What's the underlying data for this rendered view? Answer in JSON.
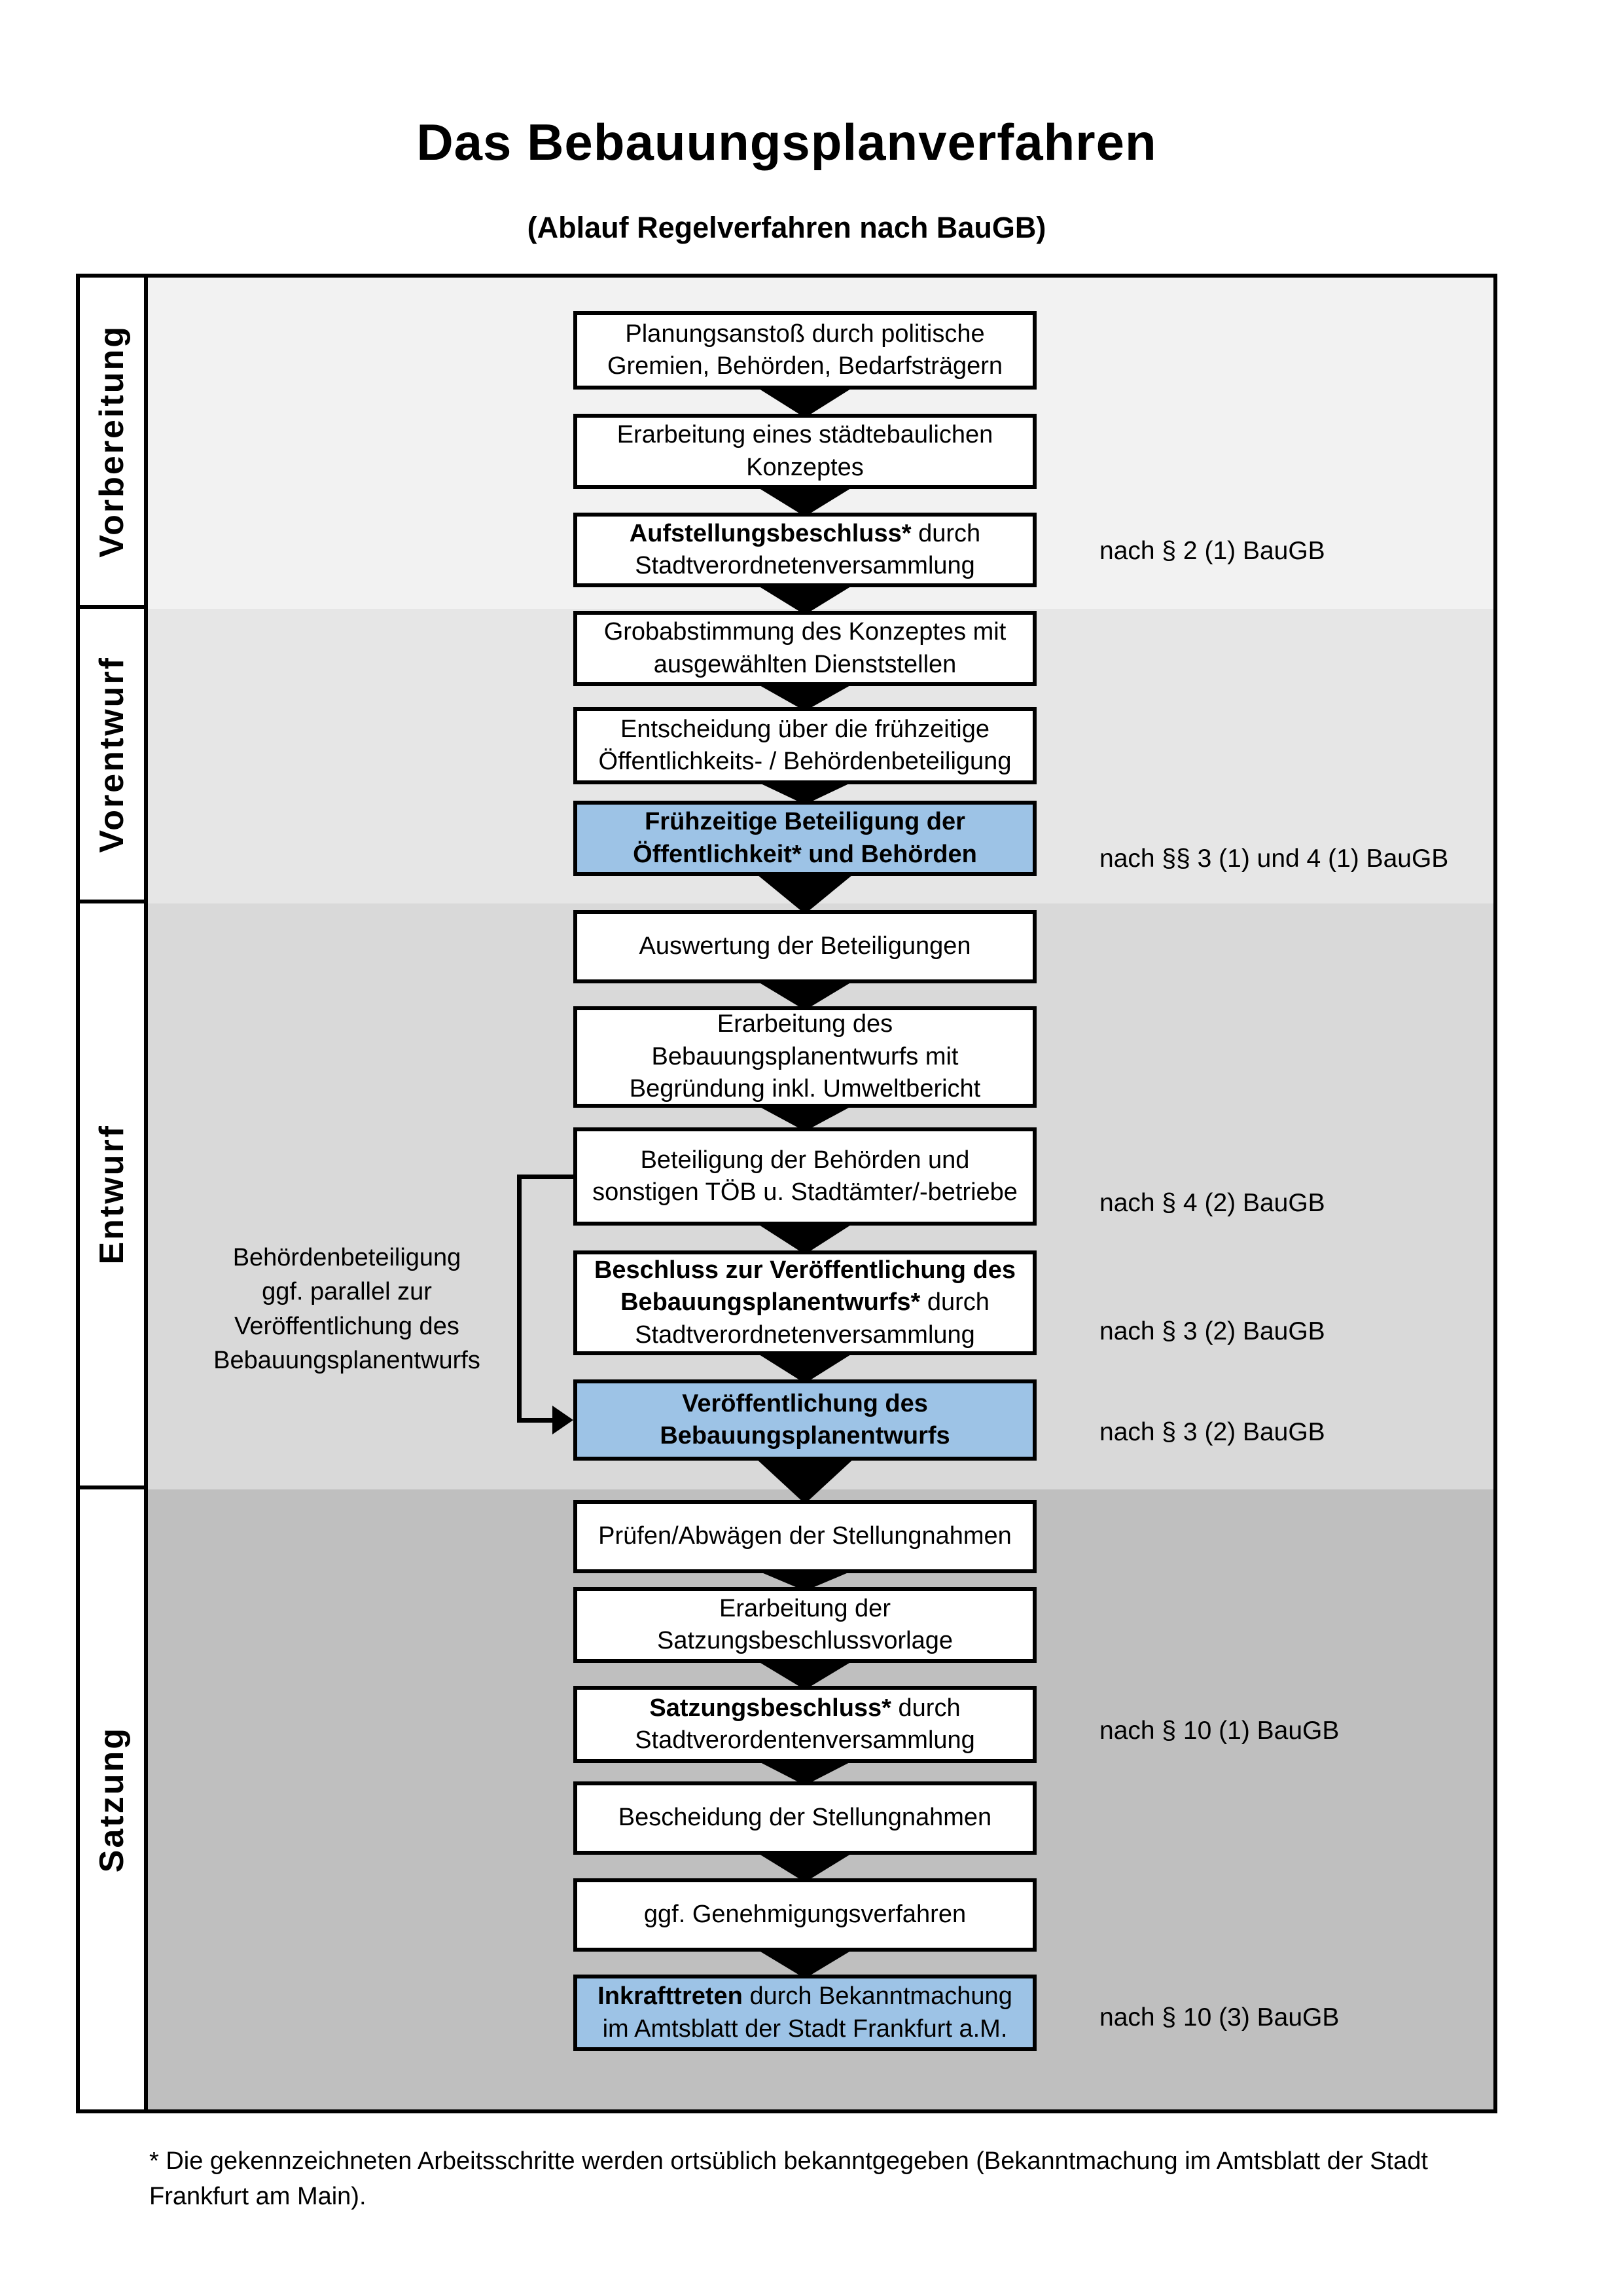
{
  "title": "Das Bebauungsplanverfahren",
  "subtitle": "(Ablauf Regelverfahren nach BauGB)",
  "colors": {
    "highlight_blue": "#9dc3e6",
    "phase_bg": [
      "#f2f2f2",
      "#e6e6e6",
      "#d9d9d9",
      "#bfbfbf"
    ],
    "border_black": "#000000"
  },
  "phases": [
    "Vorbereitung",
    "Vorentwurf",
    "Entwurf",
    "Satzung"
  ],
  "boxes": [
    {
      "bold": "",
      "rest": "Planungsanstoß durch politische\nGremien, Behörden, Bedarfsträgern"
    },
    {
      "bold": "",
      "rest": "Erarbeitung eines städtebaulichen\nKonzeptes"
    },
    {
      "bold": "Aufstellungsbeschluss*",
      "rest": " durch\nStadtverordnetenversammlung"
    },
    {
      "bold": "",
      "rest": "Grobabstimmung des Konzeptes mit\nausgewählten Dienststellen"
    },
    {
      "bold": "",
      "rest": "Entscheidung über die frühzeitige\nÖffentlichkeits- / Behördenbeteiligung"
    },
    {
      "bold": "Frühzeitige Beteiligung der\nÖffentlichkeit* und Behörden",
      "rest": ""
    },
    {
      "bold": "",
      "rest": "Auswertung der Beteiligungen"
    },
    {
      "bold": "",
      "rest": "Erarbeitung des\nBebauungsplanentwurfs mit\nBegründung inkl. Umweltbericht"
    },
    {
      "bold": "",
      "rest": "Beteiligung der Behörden und\nsonstigen TÖB u. Stadtämter/-betriebe"
    },
    {
      "bold": "Beschluss zur Veröffentlichung des\nBebauungsplanentwurfs*",
      "rest": " durch\nStadtverordnetenversammlung"
    },
    {
      "bold": "Veröffentlichung des\nBebauungsplanentwurfs",
      "rest": ""
    },
    {
      "bold": "",
      "rest": "Prüfen/Abwägen der Stellungnahmen"
    },
    {
      "bold": "",
      "rest": "Erarbeitung der\nSatzungsbeschlussvorlage"
    },
    {
      "bold": "Satzungsbeschluss*",
      "rest": " durch\nStadtverordentenversammlung"
    },
    {
      "bold": "",
      "rest": "Bescheidung der Stellungnahmen"
    },
    {
      "bold": "",
      "rest": "ggf. Genehmigungsverfahren"
    },
    {
      "bold": "Inkrafttreten",
      "rest": " durch Bekanntmachung\nim Amtsblatt der Stadt Frankfurt a.M."
    }
  ],
  "annotations": [
    "nach § 2 (1) BauGB",
    "nach §§ 3 (1) und 4 (1) BauGB",
    "nach § 4 (2) BauGB",
    "nach § 3 (2) BauGB",
    "nach § 3 (2) BauGB",
    "nach § 10 (1) BauGB",
    "nach § 10 (3) BauGB"
  ],
  "side_note": "Behördenbeteiligung\nggf. parallel zur\nVeröffentlichung des\nBebauungsplanentwurfs",
  "footnote": "* Die gekennzeichneten Arbeitsschritte werden ortsüblich bekanntgegeben (Bekanntmachung im Amtsblatt der Stadt\nFrankfurt am Main)."
}
